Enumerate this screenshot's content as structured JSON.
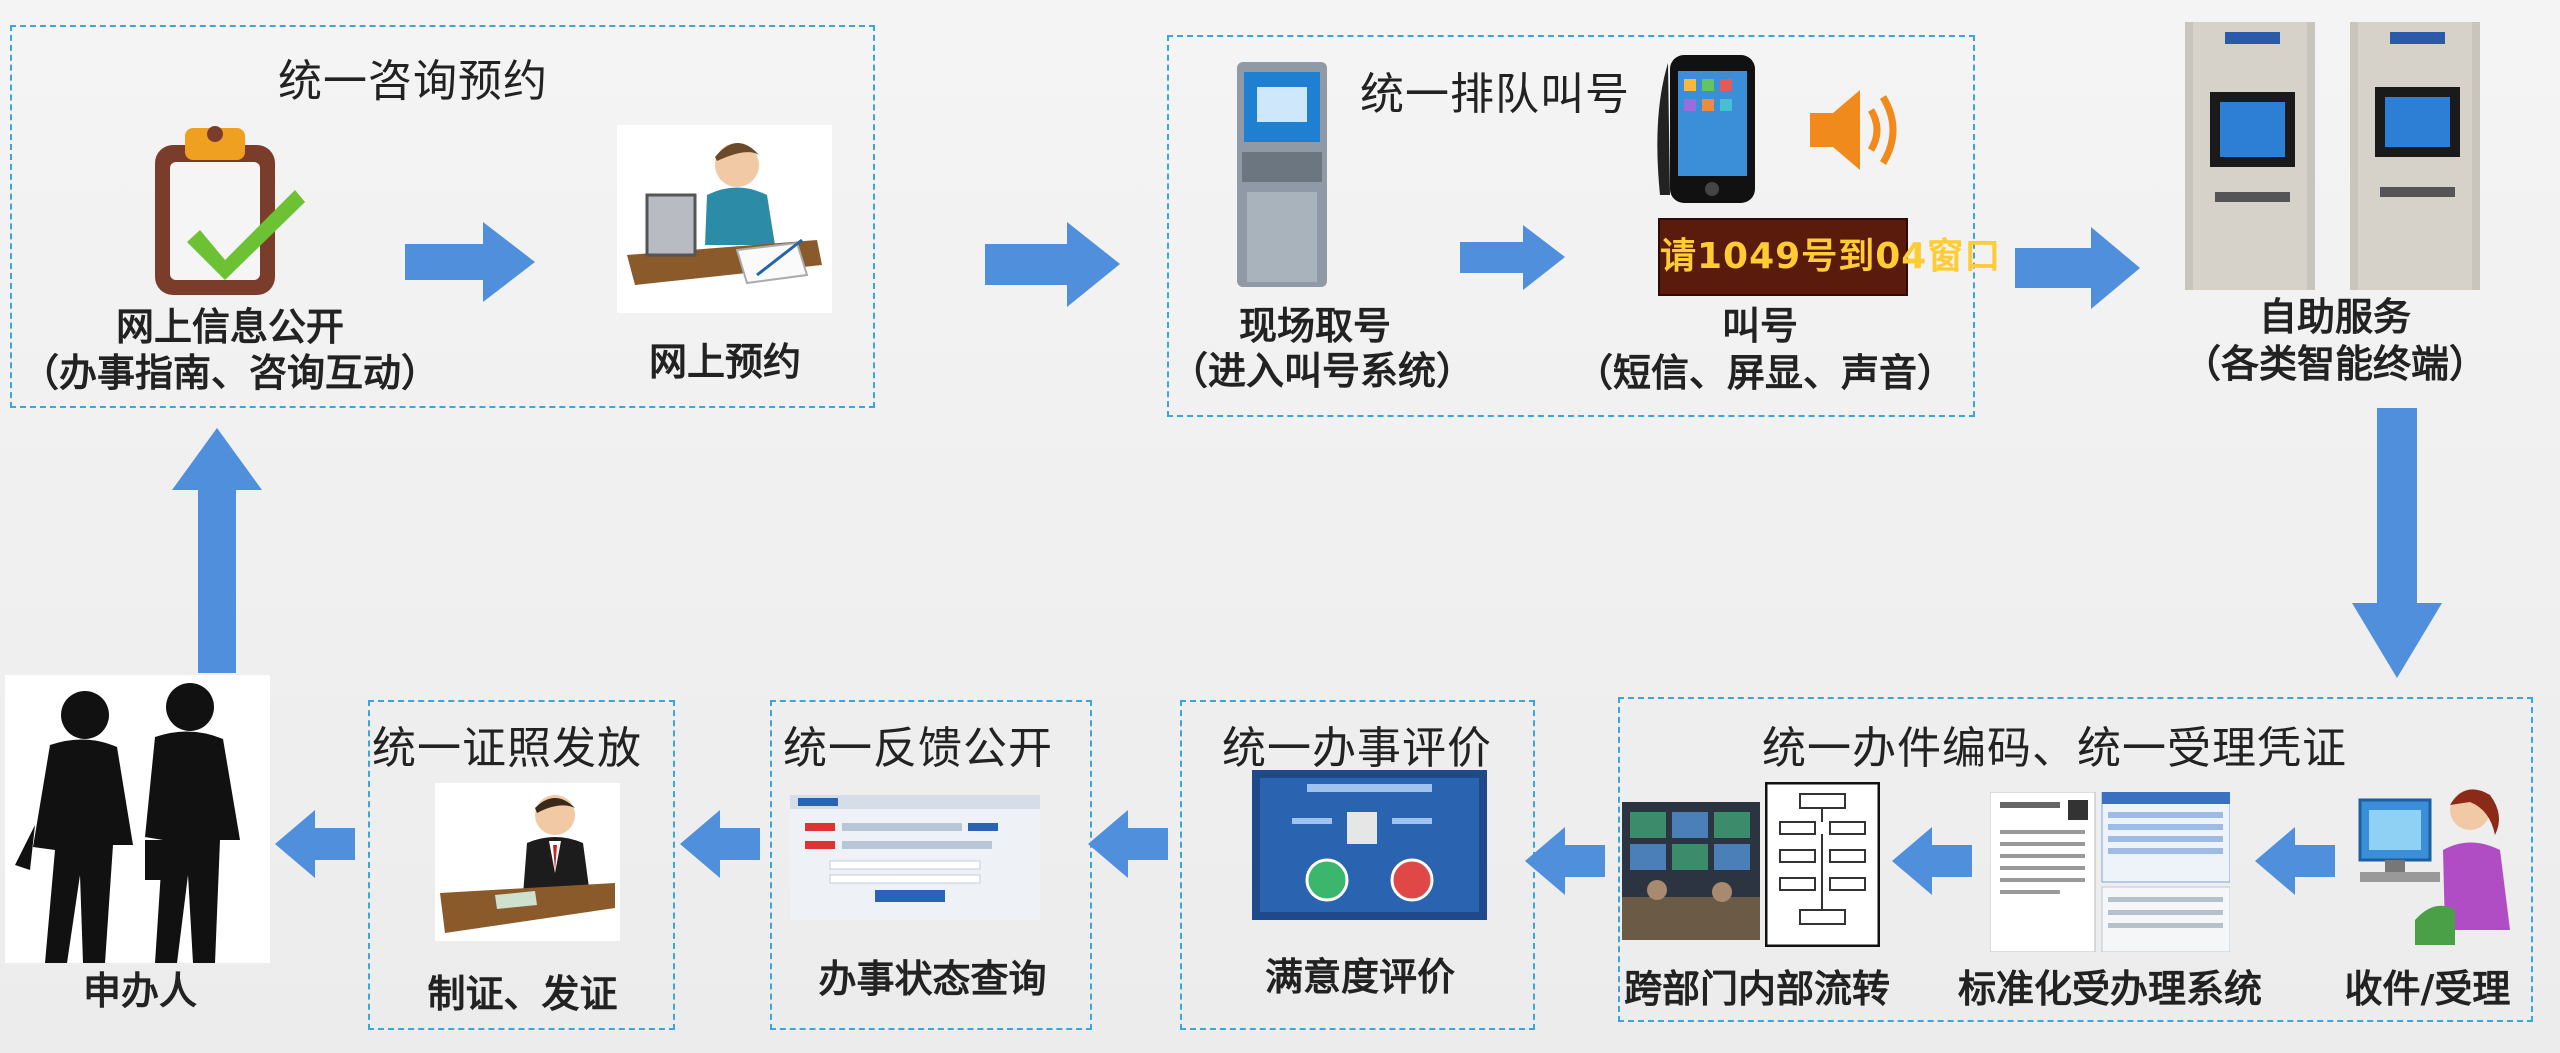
{
  "colors": {
    "arrow": "#4f8fdb",
    "box_border": "#3aa6da"
  },
  "top": {
    "consult": {
      "title": "统一咨询预约",
      "info_label": "网上信息公开",
      "info_sub": "（办事指南、咨询互动）",
      "booking_label": "网上预约"
    },
    "queue": {
      "title": "统一排队叫号",
      "ticket_label": "现场取号",
      "ticket_sub": "（进入叫号系统）",
      "call_label": "叫号",
      "call_sub": "（短信、屏显、声音）",
      "led_text": "请1049号到04窗口"
    },
    "selfservice": {
      "label": "自助服务",
      "sub": "（各类智能终端）"
    }
  },
  "bottom": {
    "applicant": {
      "label": "申办人"
    },
    "license": {
      "title": "统一证照发放",
      "label": "制证、发证"
    },
    "feedback": {
      "title": "统一反馈公开",
      "label": "办事状态查询"
    },
    "evaluation": {
      "title": "统一办事评价",
      "label": "满意度评价"
    },
    "coding": {
      "title": "统一办件编码、统一受理凭证",
      "flow_label": "跨部门内部流转",
      "system_label": "标准化受办理系统",
      "receive_label": "收件/受理"
    }
  },
  "icons": [
    "clipboard-check-icon",
    "person-at-desk-icon",
    "queue-kiosk-icon",
    "smartphone-icon",
    "speaker-icon",
    "led-display-icon",
    "atm-terminal-icon",
    "people-silhouette-icon",
    "officer-at-desk-icon",
    "status-query-screen-icon",
    "satisfaction-screen-icon",
    "control-room-photo-icon",
    "flowchart-doc-icon",
    "system-form-icon",
    "clerk-at-computer-icon"
  ]
}
